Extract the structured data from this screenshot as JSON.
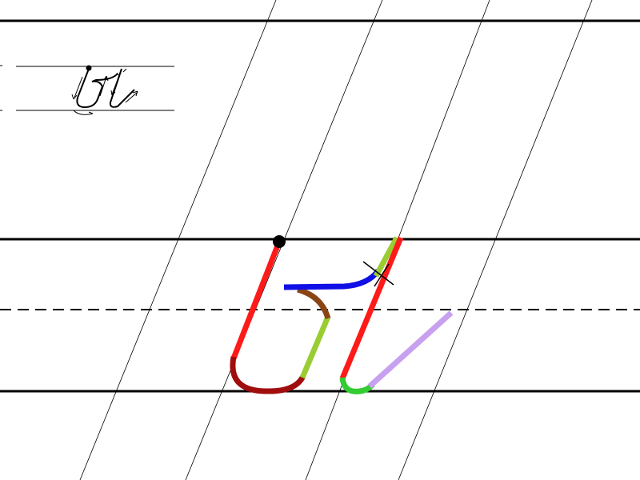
{
  "diagram": {
    "letter": "ы",
    "description_visible_text": "",
    "colors": {
      "background": "#ffffff",
      "ruling": "#000000",
      "slant": "#000000",
      "start_dot": "#000000",
      "stroke_red": "#ff1a1a",
      "stroke_darkred": "#a00d0d",
      "stroke_yellowgreen": "#9acd32",
      "stroke_brown": "#8b4513",
      "stroke_blue": "#1010e6",
      "stroke_green": "#33cc33",
      "stroke_lilac": "#c8a0f0"
    },
    "strokes": [
      {
        "id": "descender-left",
        "color": "stroke_red"
      },
      {
        "id": "loop-bottom",
        "color": "stroke_darkred"
      },
      {
        "id": "upstroke",
        "color": "stroke_yellowgreen"
      },
      {
        "id": "connector",
        "color": "stroke_brown"
      },
      {
        "id": "crossbar",
        "color": "stroke_blue"
      },
      {
        "id": "second-up",
        "color": "stroke_yellowgreen"
      },
      {
        "id": "second-down",
        "color": "stroke_red"
      },
      {
        "id": "hook-bottom",
        "color": "stroke_green"
      },
      {
        "id": "exit-stroke",
        "color": "stroke_lilac"
      }
    ]
  }
}
